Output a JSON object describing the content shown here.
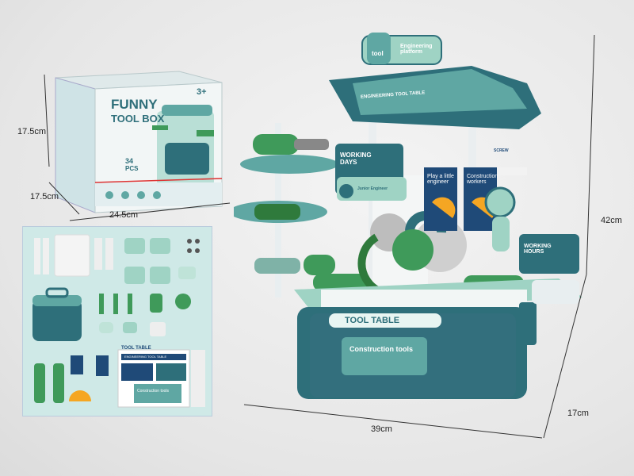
{
  "dimensions": {
    "box_height": "17.5cm",
    "box_depth": "17.5cm",
    "box_width": "24.5cm",
    "set_height": "42cm",
    "set_width": "39cm",
    "set_depth": "17cm"
  },
  "box": {
    "title_line1": "FUNNY",
    "title_line2": "TOOL BOX",
    "age": "3+",
    "pcs_count": "34",
    "pcs_label": "PCS"
  },
  "toy": {
    "top_sign": "Engineering platform",
    "top_sign_icon": "tool",
    "roof_label": "ENGINEERING TOOL TABLE",
    "working_days": "WORKING DAYS",
    "junior_engineer": "Junior Engineer",
    "play_engineer": "Play a little engineer",
    "construction_workers": "Construction workers",
    "working_hours": "WORKING HOURS",
    "tool_table": "TOOL TABLE",
    "construction_tools": "Construction tools",
    "screw_box": "SCREW",
    "colors": {
      "teal_dark": "#2e6f7a",
      "teal_mid": "#5fa7a3",
      "mint": "#9fd3c4",
      "green": "#3f9a5a",
      "navy": "#1f4a78"
    }
  },
  "contents": {
    "tool_table_card": "TOOL TABLE",
    "engineering_card": "ENGINEERING TOOL TABLE",
    "construction_card": "Construction tools"
  }
}
